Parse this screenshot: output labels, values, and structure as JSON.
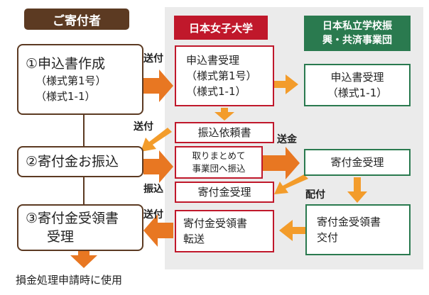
{
  "headers": {
    "donor": "ご寄付者",
    "university": "日本女子大学",
    "foundation_line1": "日本私立学校振",
    "foundation_line2": "興・共済事業団"
  },
  "donor_steps": [
    {
      "line1": "①申込書作成",
      "line2": "（様式第1号）",
      "line3": "（様式1-1）"
    },
    {
      "line1": "②寄付金お振込"
    },
    {
      "line1": "③寄付金受領書",
      "line2": "受理"
    }
  ],
  "university_steps": [
    {
      "line1": "申込書受理",
      "line2": "（様式第1号）",
      "line3": "（様式1-1）"
    },
    {
      "line1": "振込依頼書"
    },
    {
      "line1": "取りまとめて",
      "line2": "事業団へ振込"
    },
    {
      "line1": "寄付金受理"
    },
    {
      "line1": "寄付金受領書",
      "line2": "転送"
    }
  ],
  "foundation_steps": [
    {
      "line1": "申込書受理",
      "line2": "（様式1-1）"
    },
    {
      "line1": "寄付金受理"
    },
    {
      "line1": "寄付金受領書",
      "line2": "交付"
    }
  ],
  "arrow_labels": {
    "send1": "送付",
    "send2": "送付",
    "transfer": "振込",
    "remit": "送金",
    "deliver": "配付",
    "send3": "送付"
  },
  "footer": "損金処理申請時に使用",
  "colors": {
    "donor": "#5c3a22",
    "university": "#c0182b",
    "foundation": "#2a7a4f",
    "arrow": "#f39c2b",
    "arrow_big": "#e87722"
  }
}
